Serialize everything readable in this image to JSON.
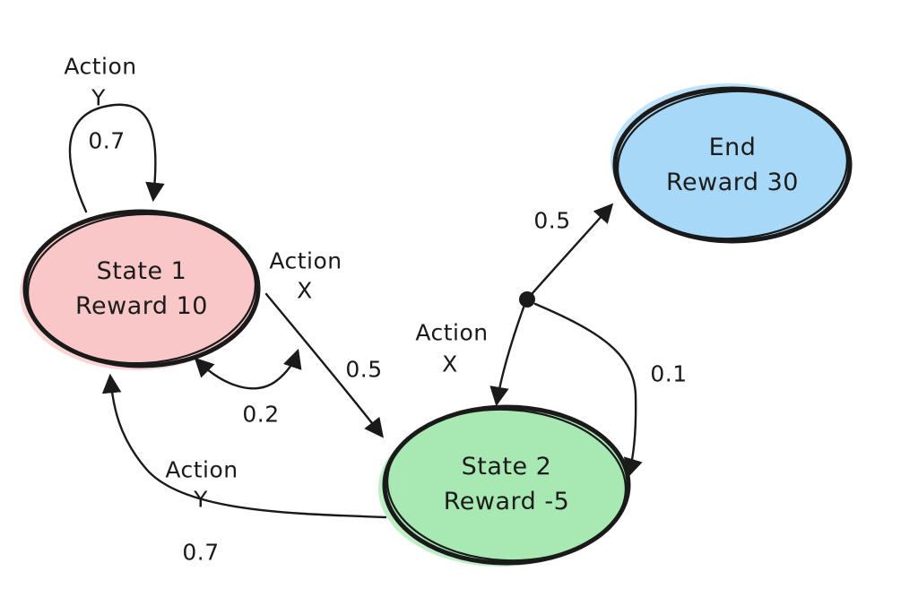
{
  "diagram": {
    "type": "markov-decision-process-state-diagram",
    "background": "#FFFFFF",
    "stroke_color": "#1A1A1A",
    "nodes": {
      "state1": {
        "line1": "State 1",
        "line2": "Reward 10",
        "fill": "#F9C7C7"
      },
      "state2": {
        "line1": "State 2",
        "line2": "Reward -5",
        "fill": "#A8E8B2"
      },
      "end": {
        "line1": "End",
        "line2": "Reward 30",
        "fill": "#A8D8F8"
      }
    },
    "edges": {
      "state1_self_loop": {
        "action_word": "Action",
        "action_name": "Y",
        "probability": "0.7"
      },
      "state1_to_state2": {
        "action_word": "Action",
        "action_name": "X",
        "probability": "0.5"
      },
      "state2_to_state1_short": {
        "probability": "0.2"
      },
      "junction_to_end": {
        "probability": "0.5"
      },
      "state2_action_x": {
        "action_word": "Action",
        "action_name": "X"
      },
      "junction_to_state2": {
        "probability": "0.1"
      },
      "state2_to_state1_long": {
        "action_word": "Action",
        "action_name": "Y",
        "probability": "0.7"
      }
    }
  }
}
